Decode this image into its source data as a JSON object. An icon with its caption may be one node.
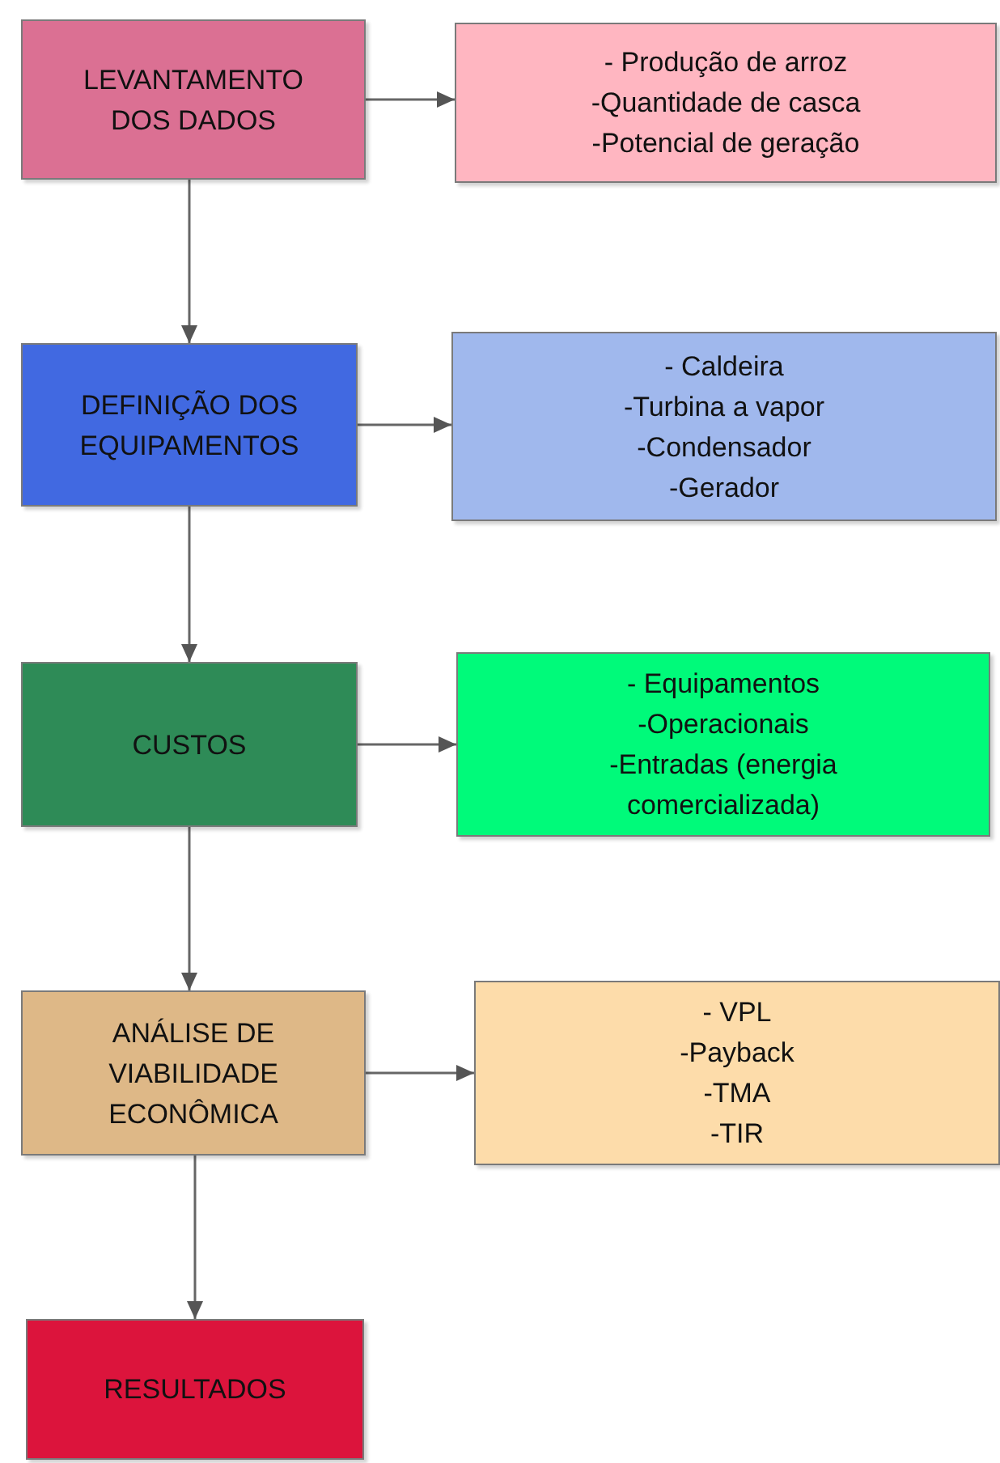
{
  "diagram": {
    "nodes": [
      {
        "text": [
          "LEVANTAMENTO DOS DADOS"
        ]
      },
      {
        "text": [
          "- Produção de arroz",
          "-Quantidade de casca",
          "-Potencial de geração"
        ]
      },
      {
        "text": [
          "DEFINIÇÃO DOS EQUIPAMENTOS"
        ]
      },
      {
        "text": [
          "- Caldeira",
          "-Turbina a vapor",
          "-Condensador",
          "-Gerador"
        ]
      },
      {
        "text": [
          "CUSTOS"
        ]
      },
      {
        "text": [
          "- Equipamentos",
          "-Operacionais",
          "-Entradas (energia comercializada)"
        ]
      },
      {
        "text": [
          "ANÁLISE DE VIABILIDADE ECONÔMICA"
        ]
      },
      {
        "text": [
          "- VPL",
          "-Payback",
          "-TMA",
          "-TIR"
        ]
      },
      {
        "text": [
          "RESULTADOS"
        ]
      }
    ],
    "edges": [
      {
        "from": 0,
        "to": 1,
        "arrow": "to"
      },
      {
        "from": 0,
        "to": 2,
        "arrow": "to"
      },
      {
        "from": 2,
        "to": 3,
        "arrow": "to"
      },
      {
        "from": 2,
        "to": 4,
        "arrow": "to"
      },
      {
        "from": 4,
        "to": 5,
        "arrow": "to"
      },
      {
        "from": 4,
        "to": 6,
        "arrow": "to"
      },
      {
        "from": 6,
        "to": 7,
        "arrow": "to"
      },
      {
        "from": 6,
        "to": 8,
        "arrow": "to"
      }
    ]
  }
}
